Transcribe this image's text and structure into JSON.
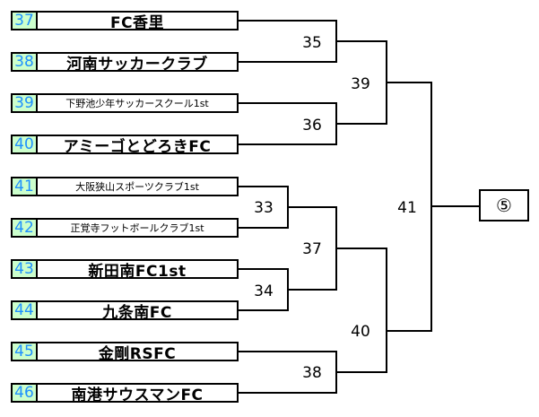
{
  "teams": [
    {
      "seed": "37",
      "name": "FC香里"
    },
    {
      "seed": "38",
      "name": "河南サッカークラブ"
    },
    {
      "seed": "39",
      "name": "下野池少年サッカースクール1st"
    },
    {
      "seed": "40",
      "name": "アミーゴとどろきFC"
    },
    {
      "seed": "41",
      "name": "大阪狭山スポーツクラブ1st"
    },
    {
      "seed": "42",
      "name": "正覚寺フットボールクラブ1st"
    },
    {
      "seed": "43",
      "name": "新田南FC1st"
    },
    {
      "seed": "44",
      "name": "九条南FC"
    },
    {
      "seed": "45",
      "name": "金剛RSFC"
    },
    {
      "seed": "46",
      "name": "南港サウスマンFC"
    }
  ],
  "matches": {
    "m33": "33",
    "m34": "34",
    "m35": "35",
    "m36": "36",
    "m37": "37",
    "m38": "38",
    "m39": "39",
    "m40": "40",
    "m41": "41"
  },
  "final": {
    "label": "⑤"
  }
}
